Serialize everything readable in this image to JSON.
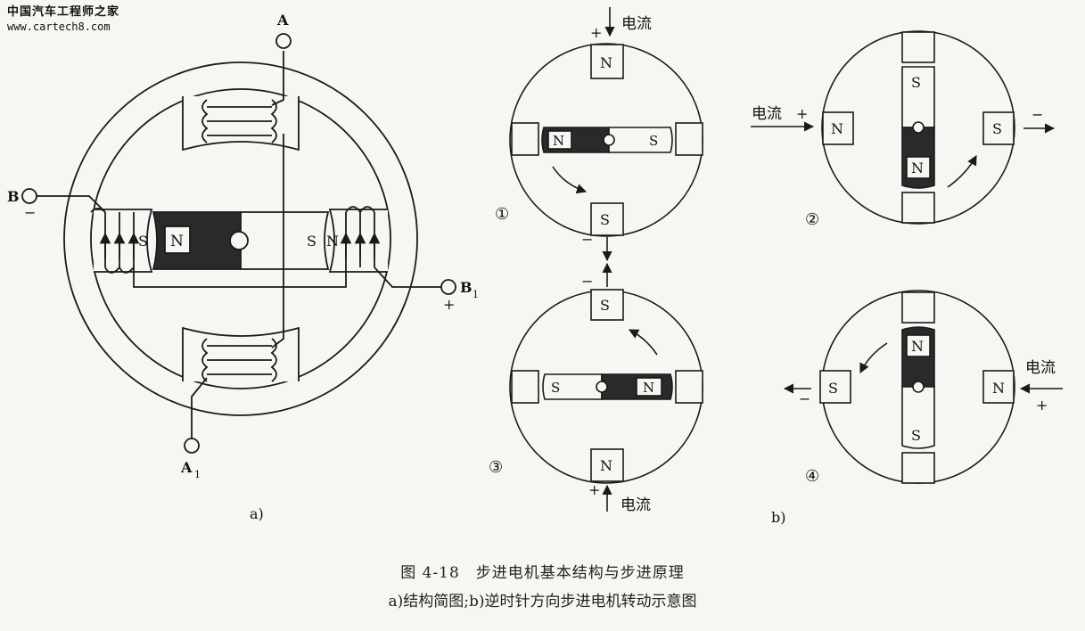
{
  "watermark": {
    "site_name": "中国汽车工程师之家",
    "url": "www.cartech8.com"
  },
  "figure_a": {
    "sublabel": "a)",
    "terminals": {
      "a": "A",
      "a1": "A",
      "a1_sub": "1",
      "b": "B",
      "b1": "B",
      "b1_sub": "1",
      "b_polarity": "−",
      "b1_polarity": "+"
    },
    "rotor_north": "N",
    "rotor_south": "S",
    "left_pole": "S",
    "right_pole": "N"
  },
  "figure_b": {
    "sublabel": "b)",
    "current_label": "电流",
    "plus": "+",
    "minus": "−",
    "steps": [
      {
        "num": "①",
        "top": "N",
        "bottom": "S",
        "rotor_left": "N",
        "rotor_right": "S"
      },
      {
        "num": "②",
        "left": "N",
        "right": "S",
        "rotor_top": "S",
        "rotor_bottom": "N"
      },
      {
        "num": "③",
        "top": "S",
        "bottom": "N",
        "rotor_left": "S",
        "rotor_right": "N"
      },
      {
        "num": "④",
        "left": "S",
        "right": "N",
        "rotor_top": "N",
        "rotor_bottom": "S"
      }
    ]
  },
  "caption": {
    "title": "图 4-18　步进电机基本结构与步进原理",
    "subtitle": "a)结构简图;b)逆时针方向步进电机转动示意图"
  },
  "colors": {
    "ink": "#1a1a1a",
    "paper": "#f6f6f3",
    "rotor_dark": "#2a2a2a"
  }
}
